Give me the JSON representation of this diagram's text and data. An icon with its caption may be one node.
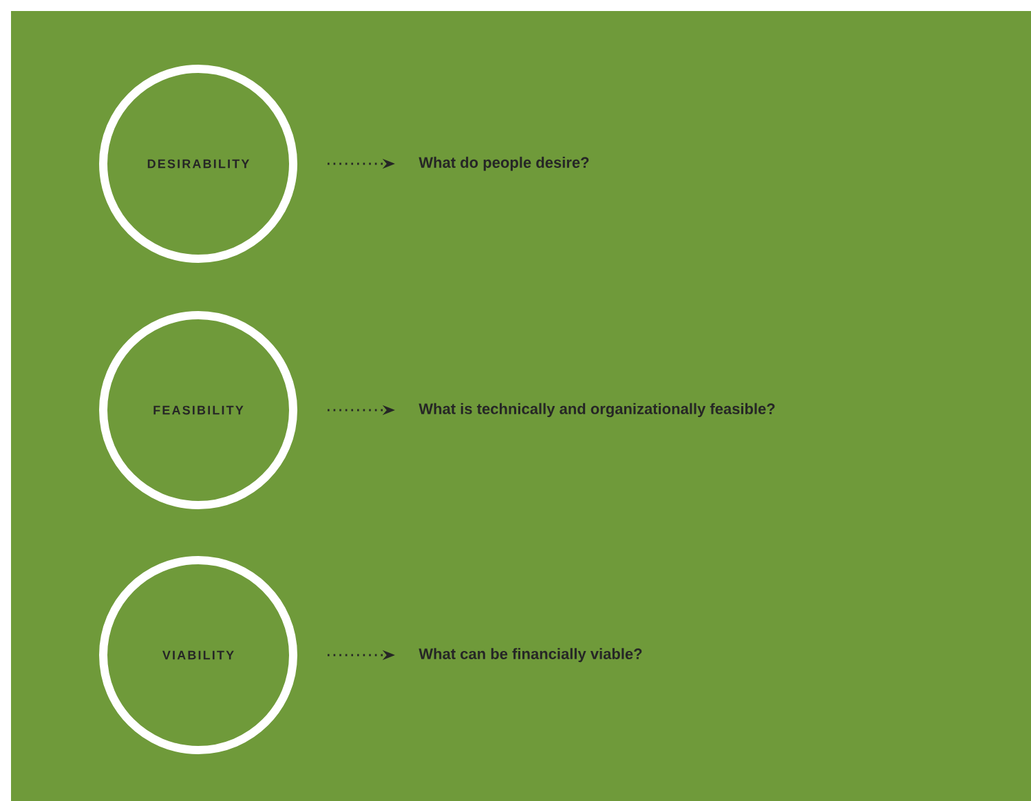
{
  "diagram": {
    "nodes": [
      {
        "text": [
          "DESIRABILITY"
        ]
      },
      {
        "text": [
          "What do people desire?"
        ]
      },
      {
        "text": [
          "FEASIBILITY"
        ]
      },
      {
        "text": [
          "What is technically and organizationally feasible?"
        ]
      },
      {
        "text": [
          "VIABILITY"
        ]
      },
      {
        "text": [
          "What can be financially viable?"
        ]
      }
    ],
    "edges": [
      {
        "from": 0,
        "to": 1,
        "arrow": "to",
        "style": "dashed"
      },
      {
        "from": 2,
        "to": 3,
        "arrow": "to",
        "style": "dashed"
      },
      {
        "from": 4,
        "to": 5,
        "arrow": "to",
        "style": "dashed"
      }
    ]
  }
}
